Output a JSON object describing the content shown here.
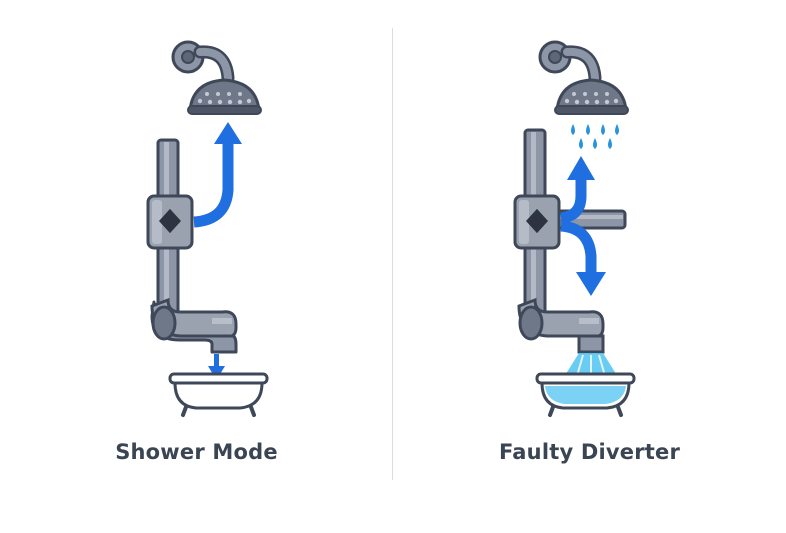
{
  "panels": [
    {
      "title": "Shower Mode",
      "state": "shower-mode"
    },
    {
      "title": "Faulty Diverter",
      "state": "faulty-diverter"
    }
  ],
  "colors": {
    "pipe": "#8d96a6",
    "pipe_dark": "#5e6776",
    "outline": "#3f4858",
    "arrow": "#1f6fe0",
    "water": "#4fc3f0",
    "drops": "#2a93df",
    "tub": "#ffffff",
    "divider": "#d9dde2"
  }
}
